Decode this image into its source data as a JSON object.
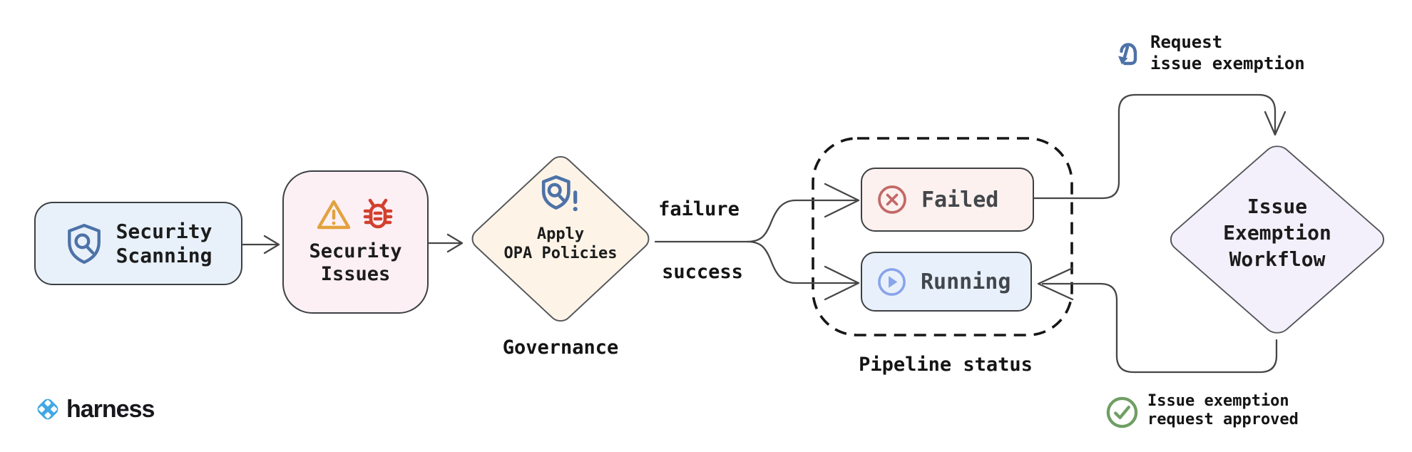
{
  "nodes": {
    "security_scanning": {
      "label": "Security\nScanning",
      "icon": "shield-search-icon"
    },
    "security_issues": {
      "label": "Security\nIssues",
      "icons": [
        "warning-icon",
        "bug-icon"
      ]
    },
    "apply_opa": {
      "label": "Apply\nOPA Policies",
      "icon": "shield-alert-icon",
      "caption": "Governance"
    },
    "failed": {
      "label": "Failed",
      "icon": "circle-x-icon"
    },
    "running": {
      "label": "Running",
      "icon": "circle-play-icon"
    },
    "pipeline_group": {
      "caption": "Pipeline status"
    },
    "exemption": {
      "label": "Issue\nExemption\nWorkflow"
    }
  },
  "edges": {
    "failure_label": "failure",
    "success_label": "success"
  },
  "annotations": {
    "request": {
      "label": "Request\nissue exemption",
      "icon": "tap-gesture-icon"
    },
    "approved": {
      "label": "Issue exemption\nrequest approved",
      "icon": "check-circle-icon"
    }
  },
  "footer": {
    "brand": "harness",
    "icon": "harness-logo-icon"
  },
  "colors": {
    "line": "#464646",
    "node_border": "#3d4043",
    "scanning_bg": "#e8f1fa",
    "issues_bg": "#fcf0f5",
    "opa_bg": "#fdf4e7",
    "failed_bg": "#fcf1ee",
    "running_bg": "#e8f1fb",
    "exemption_bg": "#f3f0fb",
    "shield_blue": "#4d72a8",
    "warning_orange": "#e2a23d",
    "bug_red": "#d2402e",
    "failed_icon_red": "#c26967",
    "running_icon_blue": "#8aa4ea",
    "check_green": "#6f9f63",
    "harness_blue": "#41a8e3",
    "status_text": "#43474c"
  }
}
